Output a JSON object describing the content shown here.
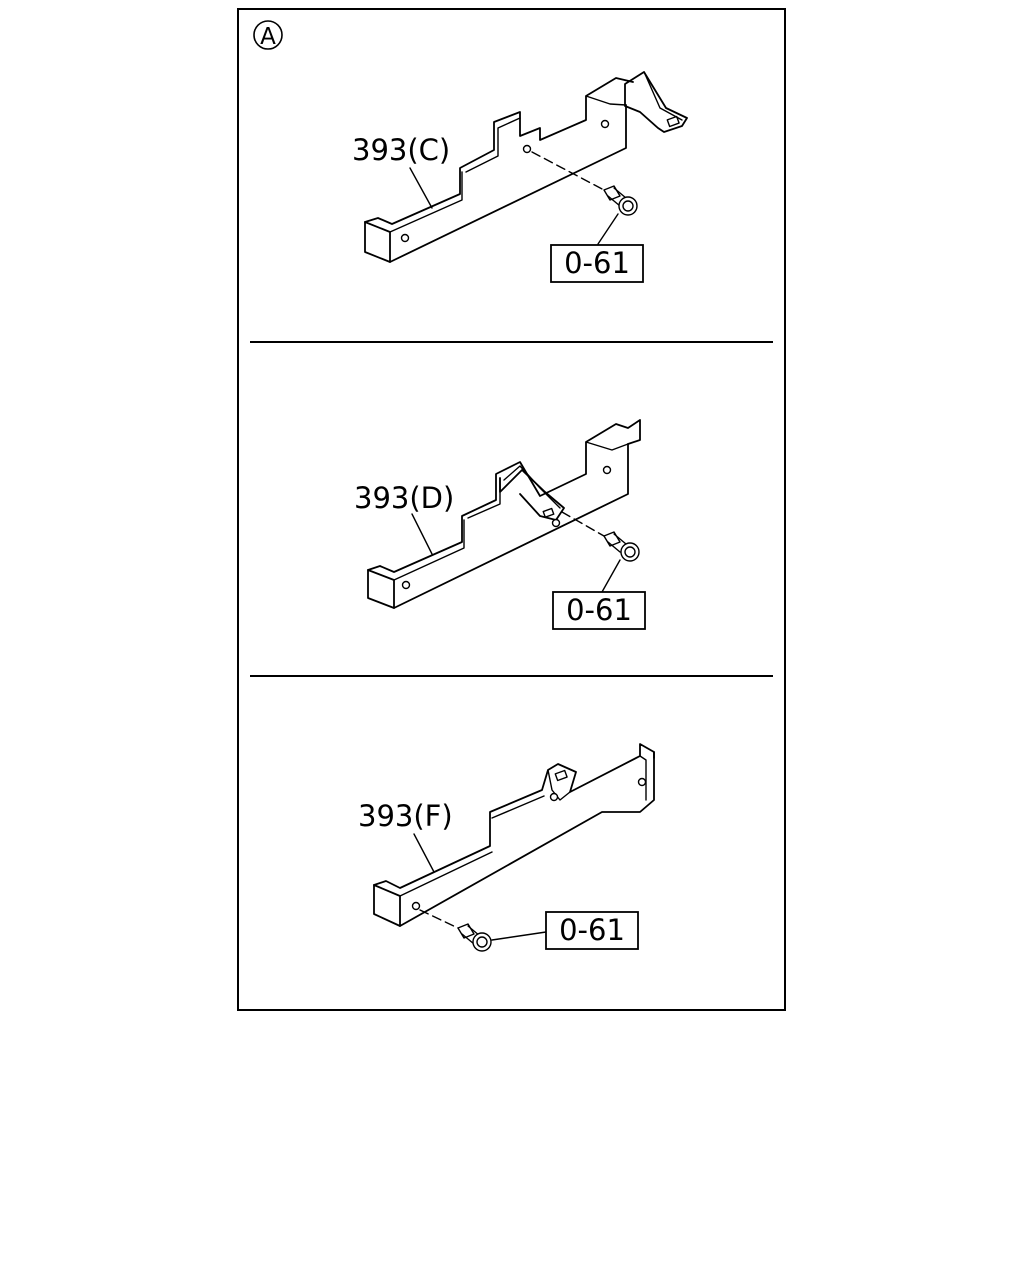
{
  "view_marker": "A",
  "panels": [
    {
      "part_label": "393(C)",
      "fastener_label": "0-61"
    },
    {
      "part_label": "393(D)",
      "fastener_label": "0-61"
    },
    {
      "part_label": "393(F)",
      "fastener_label": "0-61"
    }
  ]
}
